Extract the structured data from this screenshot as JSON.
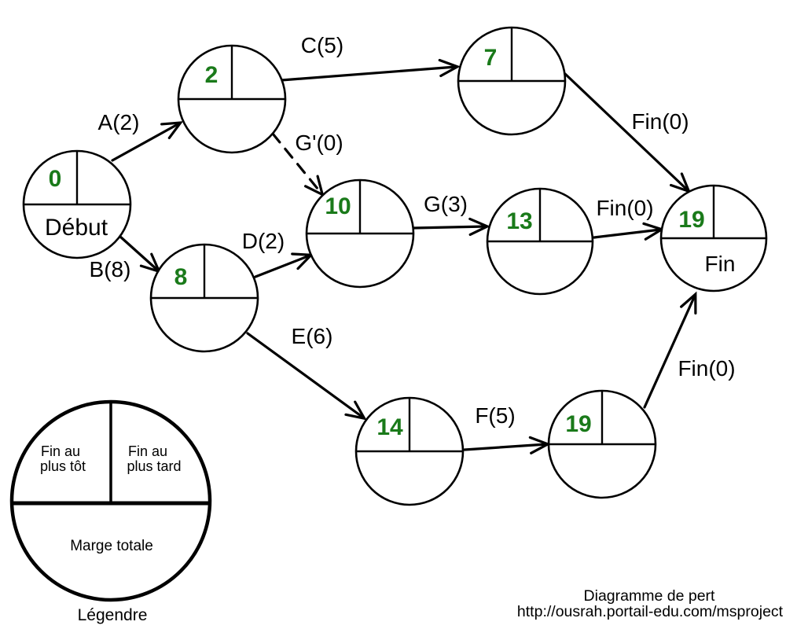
{
  "colors": {
    "node_value_green": "#1a7a1a",
    "ink": "#000000"
  },
  "nodes": {
    "debut": {
      "early_finish": "0",
      "name": "Début"
    },
    "n2": {
      "early_finish": "2"
    },
    "n7": {
      "early_finish": "7"
    },
    "n8": {
      "early_finish": "8"
    },
    "n10": {
      "early_finish": "10"
    },
    "n13": {
      "early_finish": "13"
    },
    "n14": {
      "early_finish": "14"
    },
    "n19": {
      "early_finish": "19"
    },
    "fin": {
      "early_finish": "19",
      "name": "Fin"
    }
  },
  "edges": {
    "a": {
      "label": "A(2)"
    },
    "b": {
      "label": "B(8)"
    },
    "c": {
      "label": "C(5)"
    },
    "d": {
      "label": "D(2)"
    },
    "e": {
      "label": "E(6)"
    },
    "f": {
      "label": "F(5)"
    },
    "g": {
      "label": "G(3)"
    },
    "g_prime": {
      "label": "G'(0)",
      "style": "dashed"
    },
    "fin_from_7": {
      "label": "Fin(0)"
    },
    "fin_from_13": {
      "label": "Fin(0)"
    },
    "fin_from_19": {
      "label": "Fin(0)"
    }
  },
  "legend": {
    "top_left_line1": "Fin au",
    "top_left_line2": "plus tôt",
    "top_right_line1": "Fin au",
    "top_right_line2": "plus tard",
    "bottom": "Marge totale",
    "caption": "Légendre"
  },
  "footer": {
    "title": "Diagramme de pert",
    "url": "http://ousrah.portail-edu.com/msproject"
  }
}
